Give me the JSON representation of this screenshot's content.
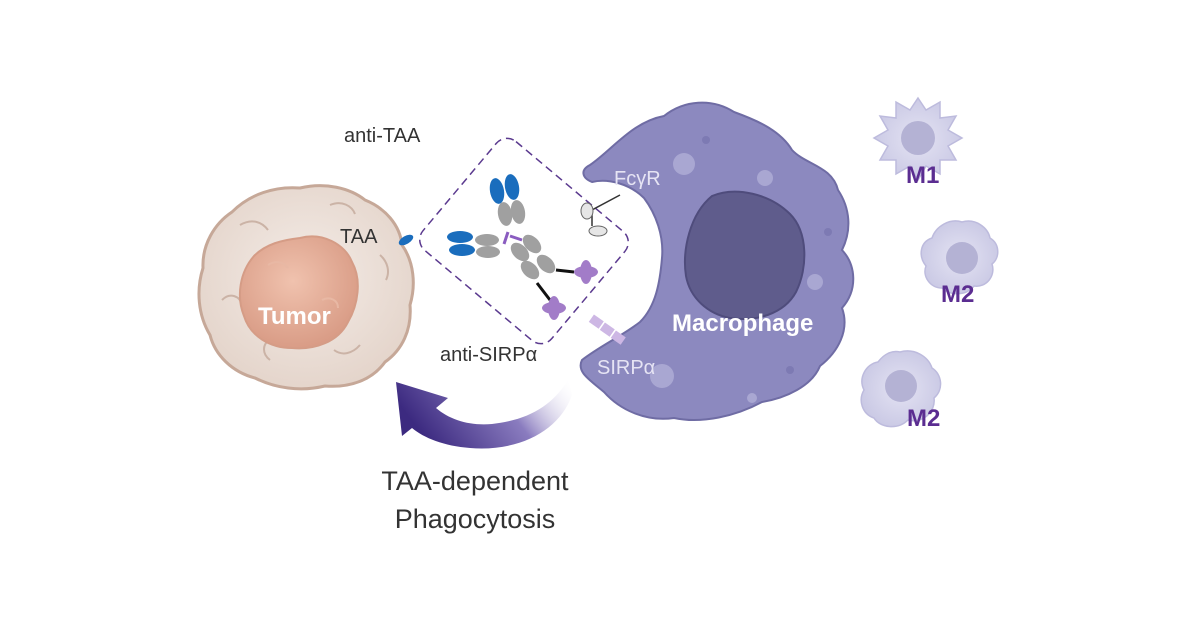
{
  "labels": {
    "anti_taa": "anti-TAA",
    "taa": "TAA",
    "tumor": "Tumor",
    "fcgr": "FcγR",
    "macrophage": "Macrophage",
    "anti_sirpa": "anti-SIRPα",
    "sirpa": "SIRPα",
    "caption_line1": "TAA-dependent",
    "caption_line2": "Phagocytosis"
  },
  "macrophage_states": [
    {
      "label": "M1"
    },
    {
      "label": "M2"
    },
    {
      "label": "M2"
    }
  ],
  "colors": {
    "tumor_outer": "#ece2dc",
    "tumor_nucleus": "#e4b09b",
    "macrophage_body": "#8c89bf",
    "macrophage_nucleus": "#5f5c8c",
    "antibody_grey": "#a0a0a0",
    "taa_blue": "#1a6dbd",
    "sirpa_purple": "#a27cc8",
    "label_purple": "#5b2d91",
    "arrow_purple": "#4c3a8e"
  },
  "icons": [
    "tumor-cell-icon",
    "macrophage-cell-icon",
    "bispecific-antibody-icon",
    "fc-receptor-icon",
    "curved-arrow-icon"
  ]
}
